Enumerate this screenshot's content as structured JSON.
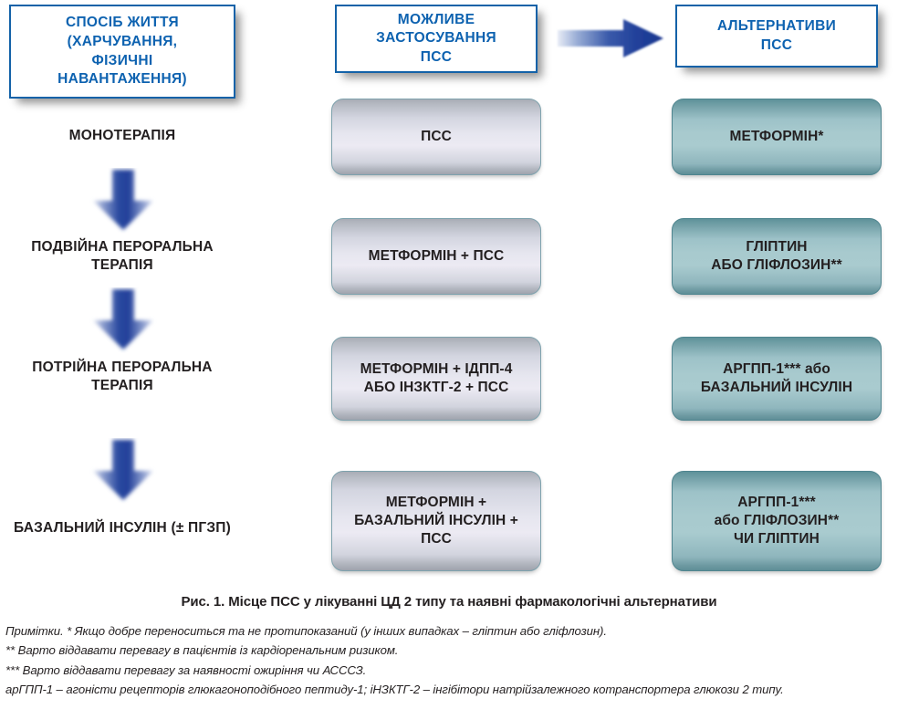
{
  "figure": {
    "caption": "Рис. 1. Місце ПСС у лікуванні ЦД 2 типу та наявні фармакологічні альтернативи"
  },
  "colors": {
    "header_border": "#1362a8",
    "header_text": "#0d62b0",
    "arrow_blue": "#1f3f94",
    "box_grey": "#e6e6ef",
    "box_teal": "#a8cace",
    "body_text": "#231f20"
  },
  "columns": [
    {
      "id": "lifestyle",
      "header_lines": [
        "СПОСІБ ЖИТТЯ",
        "(ХАРЧУВАННЯ,",
        "ФІЗИЧНІ",
        "НАВАНТАЖЕННЯ)"
      ]
    },
    {
      "id": "possible-use",
      "header_lines": [
        "МОЖЛИВЕ",
        "ЗАСТОСУВАННЯ",
        "ПСС"
      ]
    },
    {
      "id": "alternatives",
      "header_lines": [
        "АЛЬТЕРНАТИВИ",
        "ПСС"
      ]
    }
  ],
  "stages": [
    {
      "lines": [
        "МОНОТЕРАПІЯ"
      ]
    },
    {
      "lines": [
        "ПОДВІЙНА",
        "ПЕРОРАЛЬНА ТЕРАПІЯ"
      ]
    },
    {
      "lines": [
        "ПОТРІЙНА",
        "ПЕРОРАЛЬНА ТЕРАПІЯ"
      ]
    },
    {
      "lines": [
        "БАЗАЛЬНИЙ ІНСУЛІН",
        "(± ПГЗП)"
      ]
    }
  ],
  "rows": [
    {
      "possible_use": [
        "ПСС"
      ],
      "alternatives": [
        "МЕТФОРМІН*"
      ]
    },
    {
      "possible_use": [
        "МЕТФОРМІН + ПСС"
      ],
      "alternatives": [
        "ГЛІПТИН",
        "АБО ГЛІФЛОЗИН**"
      ]
    },
    {
      "possible_use": [
        "МЕТФОРМІН + ІДПП-4",
        "АБО ІНЗКТГ-2 + ПСС"
      ],
      "alternatives": [
        "АРГПП-1*** або",
        "БАЗАЛЬНИЙ ІНСУЛІН"
      ]
    },
    {
      "possible_use": [
        "МЕТФОРМІН +",
        "БАЗАЛЬНИЙ ІНСУЛІН +",
        "ПСС"
      ],
      "alternatives": [
        "АРГПП-1***",
        "або ГЛІФЛОЗИН**",
        "ЧИ ГЛІПТИН"
      ]
    }
  ],
  "notes": {
    "lines": [
      "Примітки. * Якщо добре переноситься та не протипоказаний (у інших випадках – гліптин або гліфлозин).",
      "** Варто віддавати перевагу в пацієнтів із кардіоренальним ризиком.",
      "*** Варто віддавати перевагу за наявності ожиріння чи АСССЗ.",
      "арГПП-1 – агоністи рецепторів глюкагоноподібного пептиду-1; іНЗКТГ-2 – інгібітори натрійзалежного котранспортера глюкози 2 типу."
    ]
  },
  "arrows": {
    "vertical_count": 3,
    "horizontal_label": "horizontal-arrow-to-alternatives"
  }
}
